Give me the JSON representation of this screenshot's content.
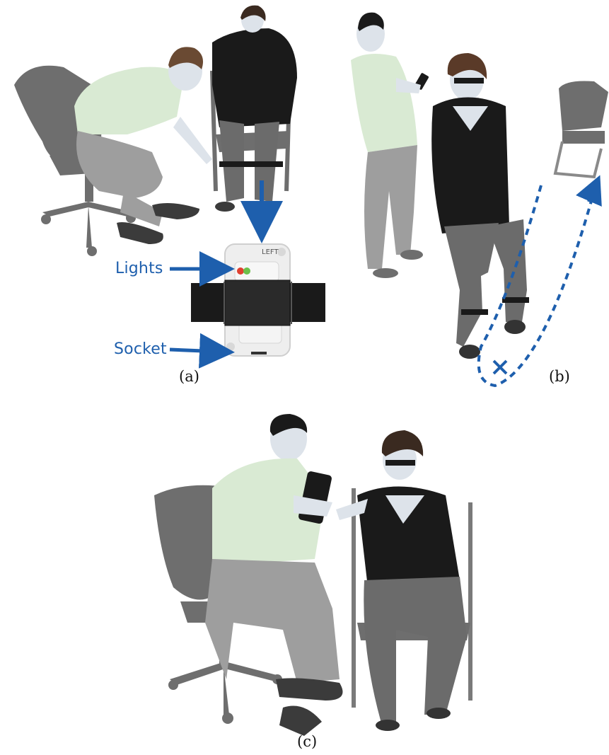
{
  "panel_a": {
    "caption": "(a)",
    "callouts": {
      "lights": "Lights",
      "socket": "Socket"
    },
    "device_side_label": "LEFT"
  },
  "panel_b": {
    "caption": "(b)"
  },
  "panel_c": {
    "caption": "(c)"
  },
  "colors": {
    "arrow_blue": "#1e5fad",
    "shirt_green": "#d9ead3",
    "pants_gray": "#9e9e9e",
    "chair_gray": "#6e6e6e",
    "sweater_black": "#1a1a1a",
    "skin_blue": "#dde3ea"
  }
}
